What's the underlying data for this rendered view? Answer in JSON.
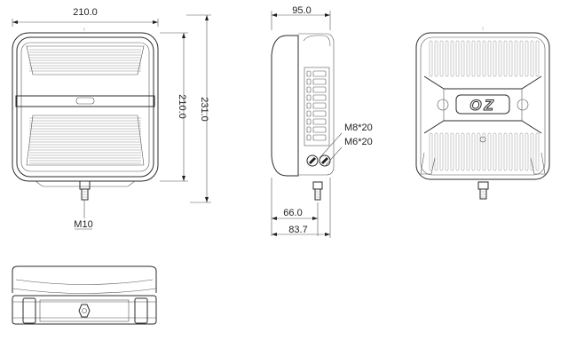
{
  "dimensions": {
    "front_width": "210.0",
    "front_height_inner": "210.0",
    "front_height_total": "231.0",
    "side_width": "95.0",
    "side_depth_bracket": "66.0",
    "side_depth_total": "83.7",
    "thread_bolt": "M10",
    "thread_upper": "M8*20",
    "thread_lower": "M6*20"
  },
  "logo": {
    "text": "OZ"
  },
  "colors": {
    "line": "#2b2b2b",
    "background": "#ffffff"
  }
}
